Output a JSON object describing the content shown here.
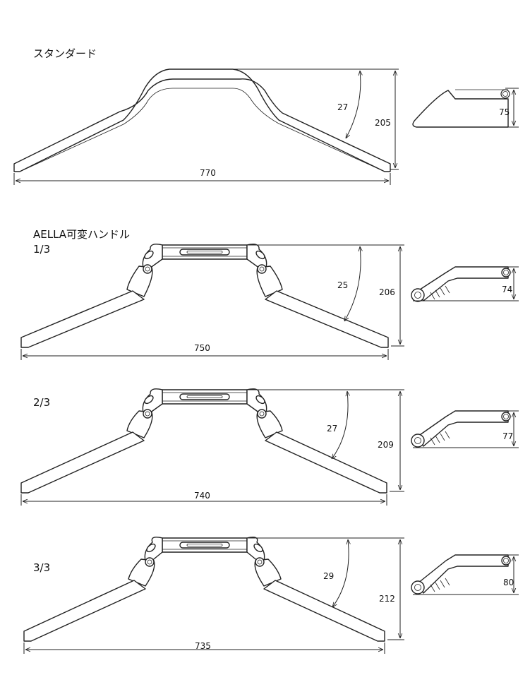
{
  "sections": [
    {
      "title": "スタンダード",
      "subtitle": "",
      "width": "770",
      "height": "205",
      "angle": "27",
      "rise": "75"
    },
    {
      "title": "AELLA可変ハンドル",
      "subtitle": "1/3",
      "width": "750",
      "height": "206",
      "angle": "25",
      "rise": "74"
    },
    {
      "title": "",
      "subtitle": "2/3",
      "width": "740",
      "height": "209",
      "angle": "27",
      "rise": "77"
    },
    {
      "title": "",
      "subtitle": "3/3",
      "width": "735",
      "height": "212",
      "angle": "29",
      "rise": "80"
    }
  ]
}
